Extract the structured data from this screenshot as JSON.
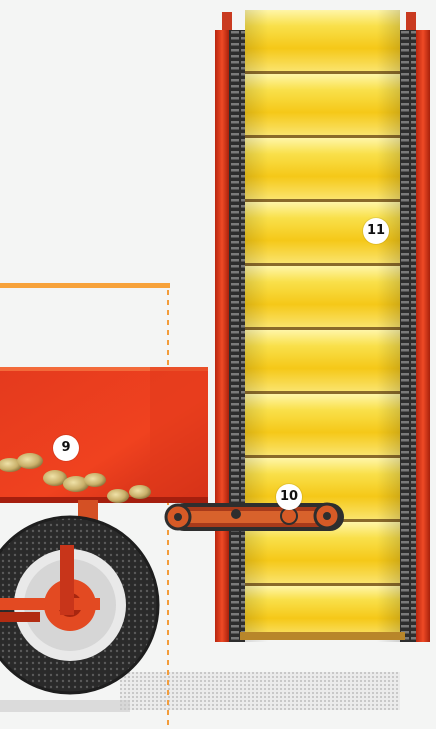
{
  "callouts": {
    "conveyor_label": "11",
    "chain_drive_label": "10",
    "hopper_label": "9"
  },
  "colors": {
    "background": "#f4f5f4",
    "machine_red": "#e8331c",
    "machine_orange": "#f37a2a",
    "belt_yellow": "#f7d21a",
    "chain_dark": "#3c3c3c",
    "tire_dark": "#2e2e2e",
    "callout_bg": "#ffffff"
  }
}
